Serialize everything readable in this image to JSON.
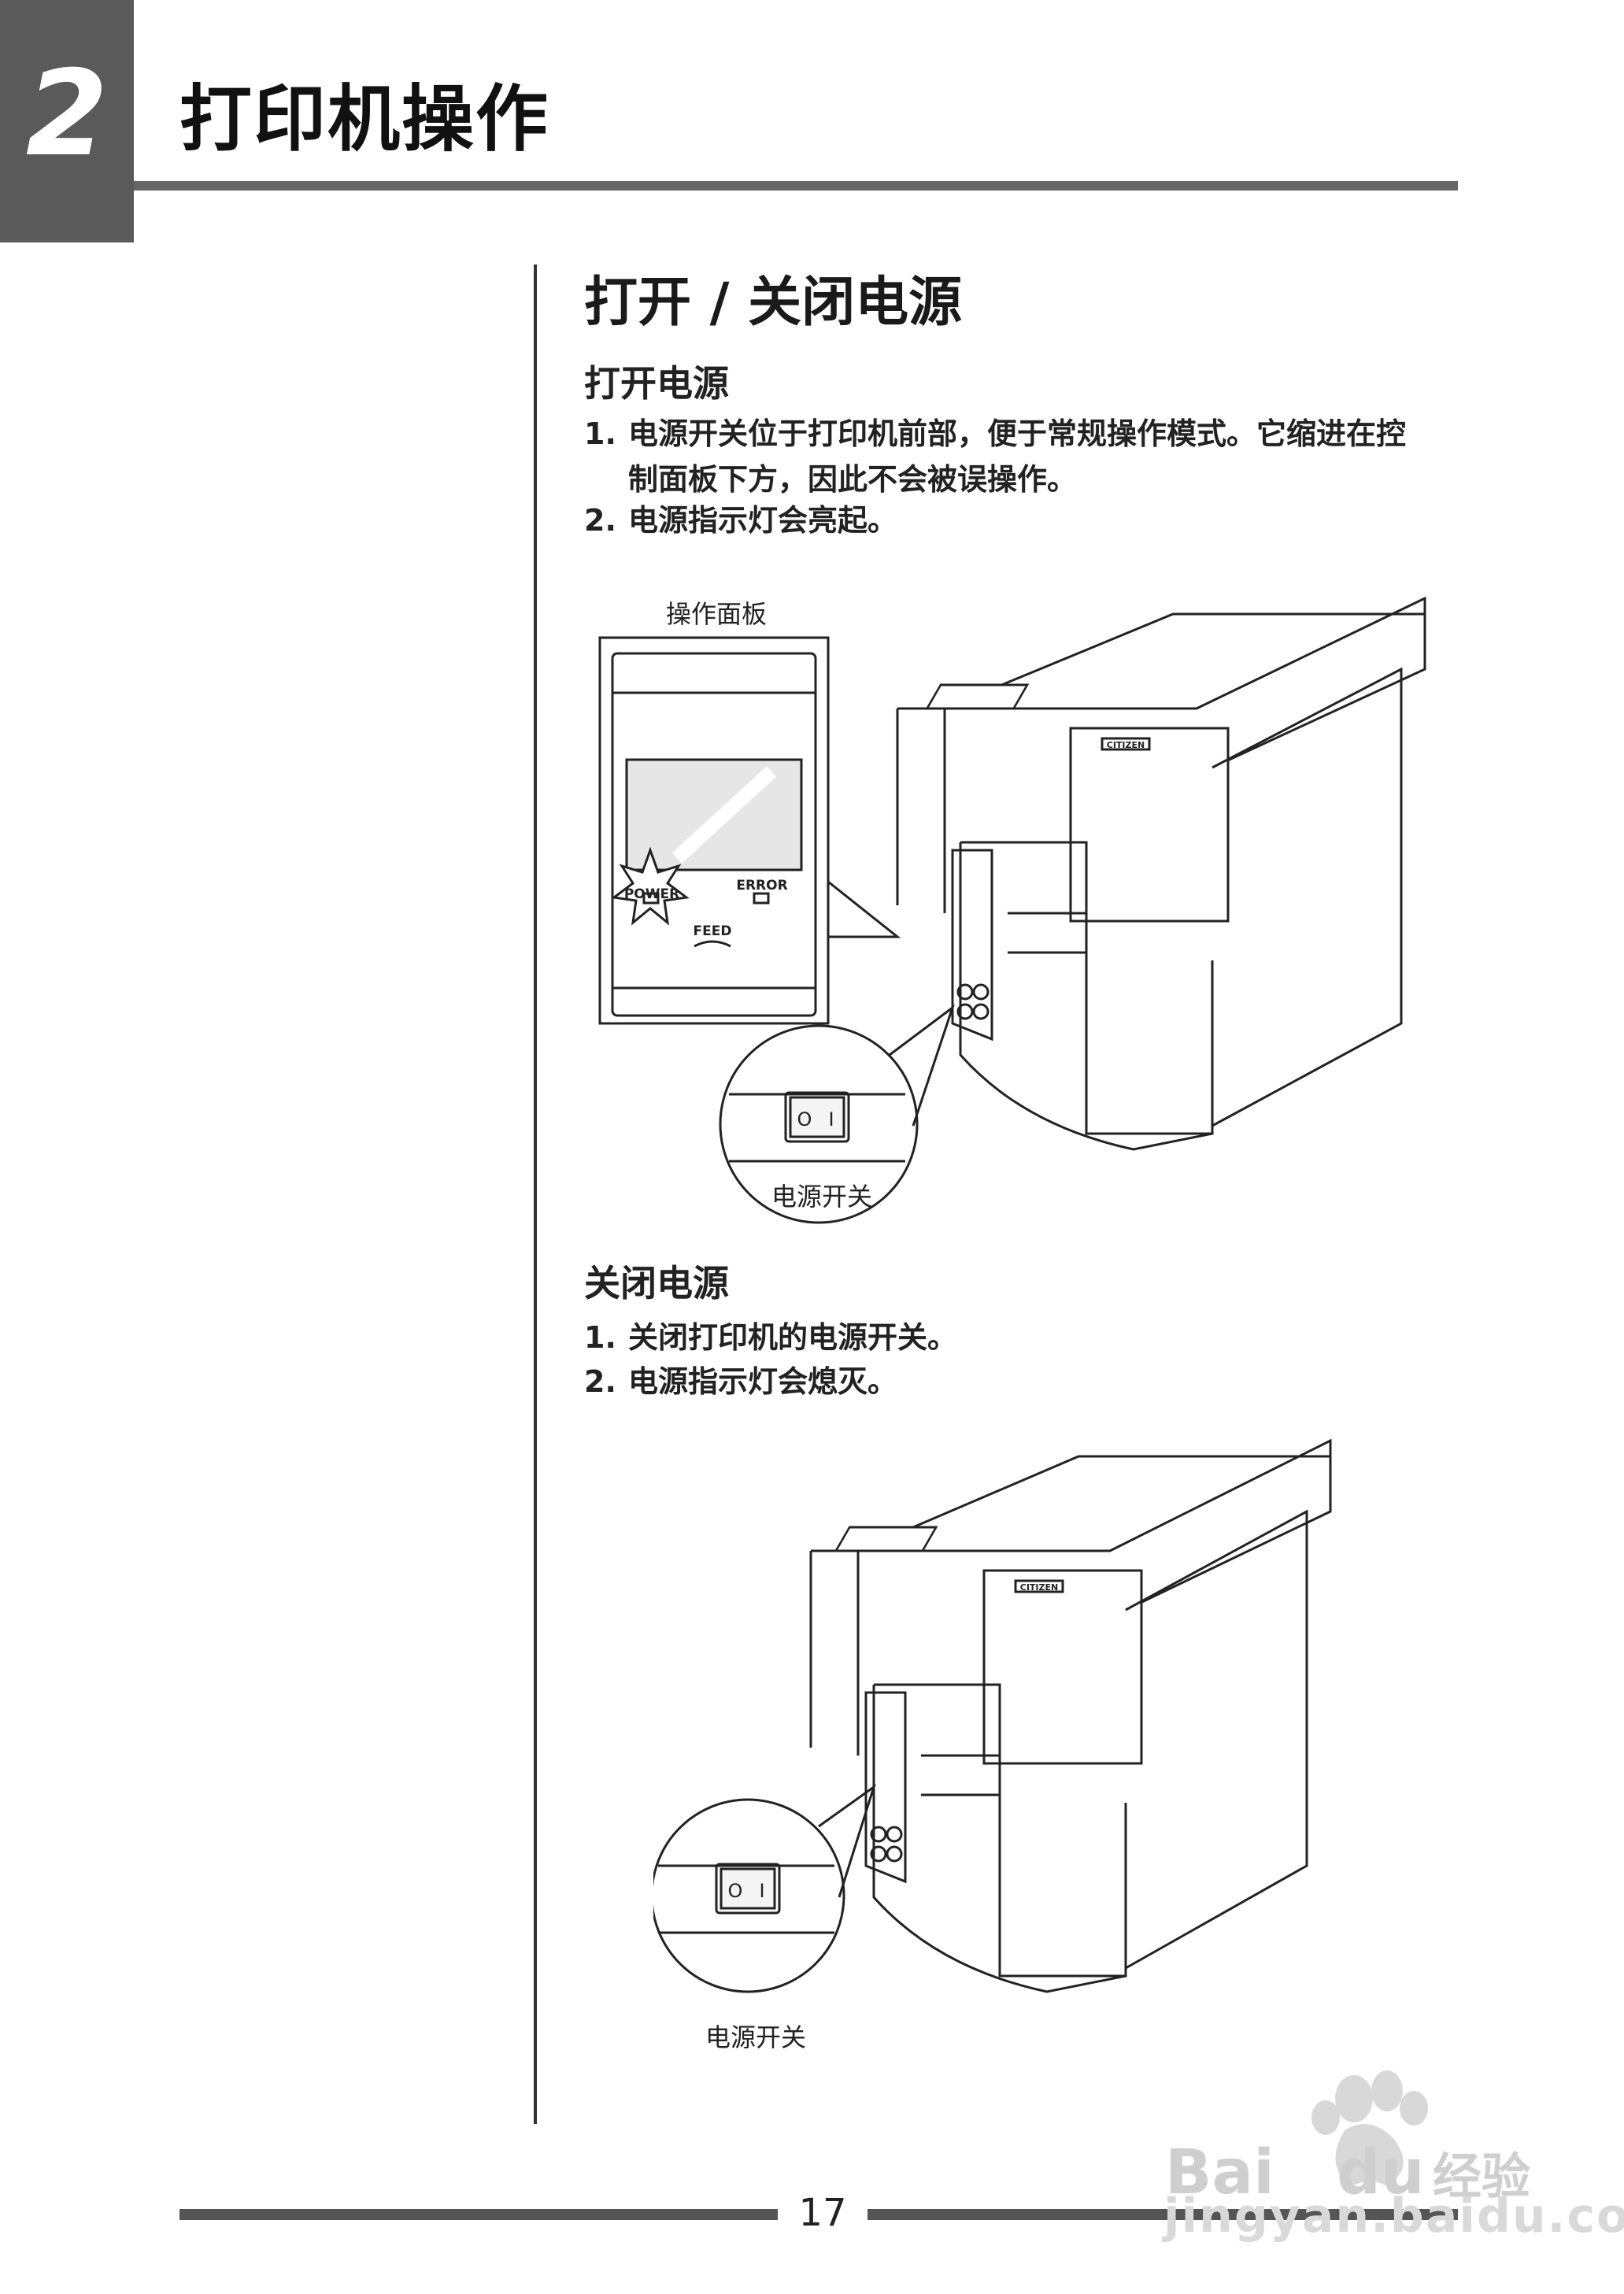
{
  "chapter": {
    "number": "2",
    "title": "打印机操作"
  },
  "section": {
    "title": "打开 / 关闭电源"
  },
  "power_on": {
    "heading": "打开电源",
    "items": [
      {
        "num": "1.",
        "line1": "电源开关位于打印机前部，便于常规操作模式。它缩进在控",
        "line2": "制面板下方，因此不会被误操作。"
      },
      {
        "num": "2.",
        "line1": "电源指示灯会亮起。"
      }
    ],
    "figure": {
      "panel_caption": "操作面板",
      "power_label": "POWER",
      "error_label": "ERROR",
      "feed_label": "FEED",
      "brand": "CITIZEN",
      "switch_caption": "电源开关",
      "switch_on_glyph": "I",
      "switch_off_glyph": "O"
    }
  },
  "power_off": {
    "heading": "关闭电源",
    "items": [
      {
        "num": "1.",
        "line1": "关闭打印机的电源开关。"
      },
      {
        "num": "2.",
        "line1": "电源指示灯会熄灭。"
      }
    ],
    "figure": {
      "brand": "CITIZEN",
      "switch_caption": "电源开关",
      "switch_on_glyph": "I",
      "switch_off_glyph": "O"
    }
  },
  "footer": {
    "page_number": "17"
  },
  "watermark": {
    "brand": "Bai",
    "brand2": "du",
    "cn": "经验",
    "url": "jingyan.baidu.com"
  }
}
